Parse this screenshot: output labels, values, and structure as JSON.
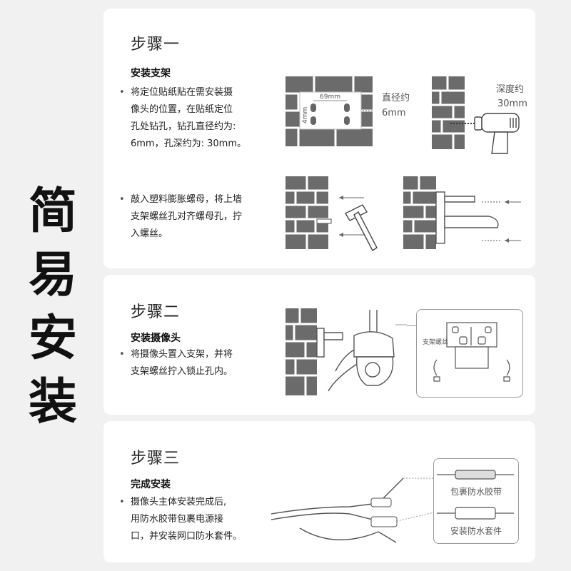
{
  "side_title": [
    "简",
    "易",
    "安",
    "装"
  ],
  "step1": {
    "title": "步骤一",
    "subtitle": "安装支架",
    "desc_a": [
      "将定位贴纸贴在需安装摄",
      "像头的位置，在贴纸定位",
      "孔处钻孔，钻孔直径约为:",
      "6mm，孔深约为: 30mm。"
    ],
    "desc_b": [
      "敲入塑料膨胀螺母，将上墙",
      "支架螺丝孔对齐螺母孔，拧",
      "入螺丝。"
    ],
    "label_69mm": "69mm",
    "label_4mm": "4mm",
    "label_diameter": "直径约",
    "label_diameter_val": "6mm",
    "label_depth": "深度约",
    "label_depth_val": "30mm"
  },
  "step2": {
    "title": "步骤二",
    "subtitle": "安装摄像头",
    "desc": [
      "将摄像头置入支架，并将",
      "支架螺丝拧入锁止孔内。"
    ],
    "label_screw": "支架螺丝"
  },
  "step3": {
    "title": "步骤三",
    "subtitle": "完成安装",
    "desc": [
      "摄像头主体安装完成后,",
      "用防水胶带包裹电源接",
      "口，并安装网口防水套件。"
    ],
    "label_tape": "包裹防水胶带",
    "label_kit": "安装防水套件"
  },
  "colors": {
    "brick": "#6b6b6b",
    "mortar": "#ffffff",
    "line": "#555555"
  }
}
